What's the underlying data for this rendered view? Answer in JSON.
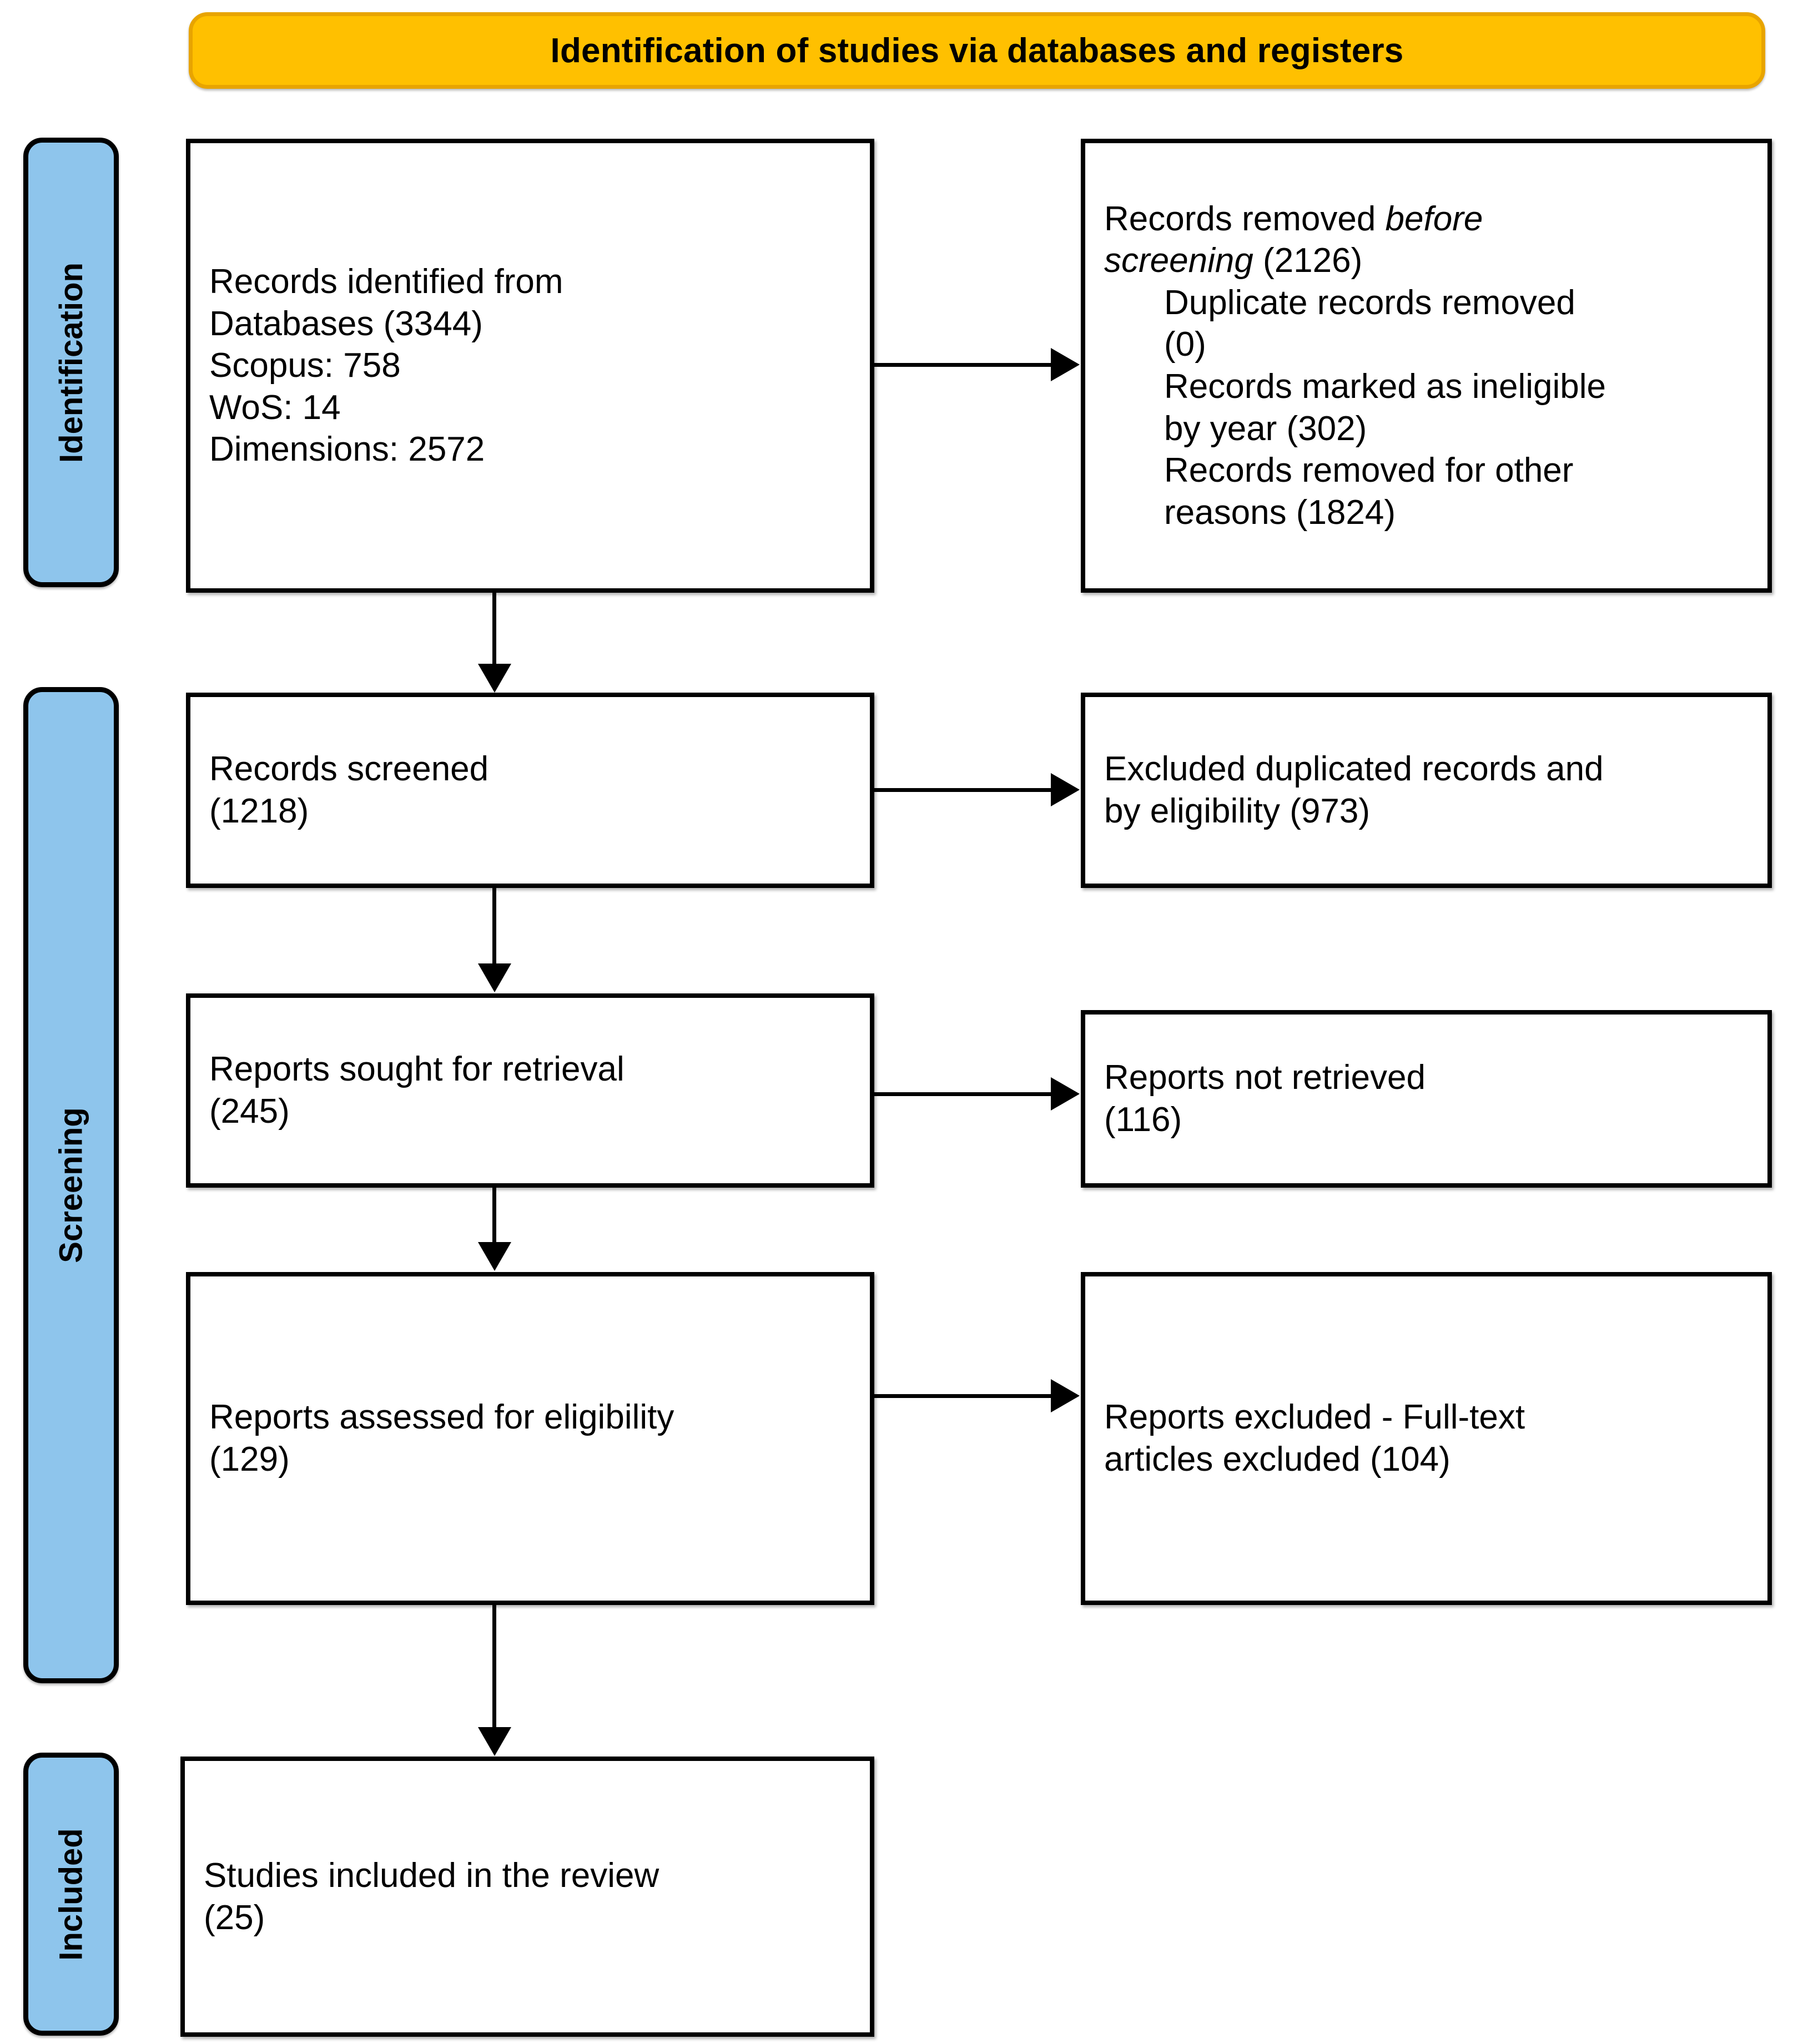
{
  "banner": {
    "title": "Identification of studies via databases and registers",
    "fill_color": "#FFC000",
    "border_color": "#E8A400"
  },
  "stages": {
    "fill_color": "#8EC5EC",
    "identification": "Identification",
    "screening": "Screening",
    "included": "Included"
  },
  "boxes": {
    "identified": {
      "l1": "Records identified from",
      "l2": "Databases (3344)",
      "l3": "Scopus: 758",
      "l4": "WoS: 14",
      "l5": "Dimensions: 2572"
    },
    "removed": {
      "l1_a": "Records removed ",
      "l1_italic": "before",
      "l2_italic": "screening",
      "l2_b": " (2126)",
      "l3": "Duplicate records removed",
      "l4": "(0)",
      "l5": "Records marked as ineligible",
      "l6": "by year (302)",
      "l7": "Records removed for other",
      "l8": "reasons (1824)"
    },
    "screened": {
      "l1": "Records screened",
      "l2": "(1218)"
    },
    "excluded_screening": {
      "l1": "Excluded duplicated records and",
      "l2": "by eligibility (973)"
    },
    "sought": {
      "l1": "Reports sought for retrieval",
      "l2": "(245)"
    },
    "not_retrieved": {
      "l1": "Reports not retrieved",
      "l2": "(116)"
    },
    "assessed": {
      "l1": "Reports assessed for eligibility",
      "l2": "(129)"
    },
    "excluded_fulltext": {
      "l1": "Reports excluded - Full-text",
      "l2": "articles excluded (104)"
    },
    "included": {
      "l1": "Studies included in the review",
      "l2": "(25)"
    }
  },
  "chart_data": {
    "type": "diagram",
    "title": "Identification of studies via databases and registers",
    "stages": [
      "Identification",
      "Screening",
      "Included"
    ],
    "nodes": [
      {
        "id": "identified",
        "stage": "Identification",
        "label": "Records identified from Databases",
        "count": 3344,
        "breakdown": [
          {
            "source": "Scopus",
            "count": 758
          },
          {
            "source": "WoS",
            "count": 14
          },
          {
            "source": "Dimensions",
            "count": 2572
          }
        ]
      },
      {
        "id": "removed",
        "stage": "Identification",
        "label": "Records removed before screening",
        "count": 2126,
        "breakdown": [
          {
            "reason": "Duplicate records removed",
            "count": 0
          },
          {
            "reason": "Records marked as ineligible by year",
            "count": 302
          },
          {
            "reason": "Records removed for other reasons",
            "count": 1824
          }
        ]
      },
      {
        "id": "screened",
        "stage": "Screening",
        "label": "Records screened",
        "count": 1218
      },
      {
        "id": "excluded_screening",
        "stage": "Screening",
        "label": "Excluded duplicated records and by eligibility",
        "count": 973
      },
      {
        "id": "sought",
        "stage": "Screening",
        "label": "Reports sought for retrieval",
        "count": 245
      },
      {
        "id": "not_retrieved",
        "stage": "Screening",
        "label": "Reports not retrieved",
        "count": 116
      },
      {
        "id": "assessed",
        "stage": "Screening",
        "label": "Reports assessed for eligibility",
        "count": 129
      },
      {
        "id": "excluded_fulltext",
        "stage": "Screening",
        "label": "Reports excluded - Full-text articles excluded",
        "count": 104
      },
      {
        "id": "included",
        "stage": "Included",
        "label": "Studies included in the review",
        "count": 25
      }
    ],
    "edges": [
      {
        "from": "identified",
        "to": "removed",
        "direction": "right"
      },
      {
        "from": "identified",
        "to": "screened",
        "direction": "down"
      },
      {
        "from": "screened",
        "to": "excluded_screening",
        "direction": "right"
      },
      {
        "from": "screened",
        "to": "sought",
        "direction": "down"
      },
      {
        "from": "sought",
        "to": "not_retrieved",
        "direction": "right"
      },
      {
        "from": "sought",
        "to": "assessed",
        "direction": "down"
      },
      {
        "from": "assessed",
        "to": "excluded_fulltext",
        "direction": "right"
      },
      {
        "from": "assessed",
        "to": "included",
        "direction": "down"
      }
    ]
  }
}
